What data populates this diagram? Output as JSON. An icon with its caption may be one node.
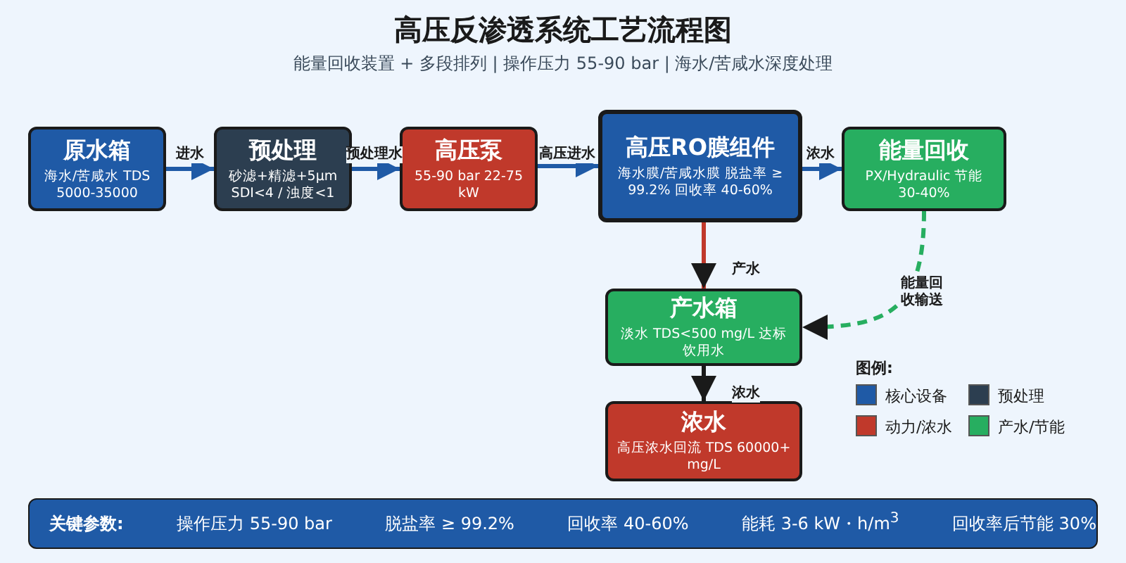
{
  "diagram": {
    "title": "高压反渗透系统工艺流程图",
    "nodes": [
      {
        "text": [
          "原水箱",
          "海水/苦咸水 TDS 5000-35000"
        ]
      },
      {
        "text": [
          "预处理",
          "砂滤+精滤+5μm SDI<4 / 浊度<1"
        ]
      },
      {
        "text": [
          "高压泵",
          "55-90 bar 22-75 kW"
        ]
      },
      {
        "text": [
          "高压RO膜组件",
          "海水膜/苦咸水膜 脱盐率 ≥ 99.2% 回收率 40-60%"
        ]
      },
      {
        "text": [
          "能量回收",
          "PX/Hydraulic 节能 30-40%"
        ]
      },
      {
        "text": [
          "产水箱",
          "淡水 TDS<500 mg/L 达标饮用水"
        ]
      },
      {
        "text": [
          "浓水",
          "高压浓水回流 TDS 60000+ mg/L"
        ]
      },
      {
        "text": [
          "关键参数:",
          "操作压力 55-90 bar",
          "脱盐率 ≥ 99.2%",
          "回收率 40-60%",
          "能耗 3-6 kW・h/m$^{3}$",
          "回收率后节能 30%"
        ]
      }
    ],
    "edges": [
      {
        "from": 0,
        "to": 1,
        "arrow": "to",
        "label": "进水"
      },
      {
        "from": 1,
        "to": 2,
        "arrow": "to",
        "label": "预处理水"
      },
      {
        "from": 2,
        "to": 3,
        "arrow": "to",
        "label": "高压进水"
      },
      {
        "from": 3,
        "to": 4,
        "arrow": "to",
        "label": "浓水"
      },
      {
        "from": 3,
        "to": 5,
        "arrow": "to",
        "label": "产水",
        "color": "#c0392b"
      },
      {
        "from": 4,
        "to": 5,
        "arrow": "to",
        "label": "能量回收输送",
        "style": "dashed",
        "color": "#27ae60"
      },
      {
        "from": 5,
        "to": 6,
        "arrow": "to",
        "label": "浓水",
        "color": "#1a1a1a"
      }
    ],
    "labels": [
      "能量回收装置 + 多段排列 | 操作压力 55-90 bar | 海水/苦咸水深度处理",
      "图例:"
    ],
    "legend": [
      {
        "text": "核心设备",
        "color": "#1f5aa6"
      },
      {
        "text": "预处理",
        "color": "#2c3e50"
      },
      {
        "text": "动力/浓水",
        "color": "#c0392b"
      },
      {
        "text": "产水/节能",
        "color": "#27ae60"
      }
    ]
  }
}
